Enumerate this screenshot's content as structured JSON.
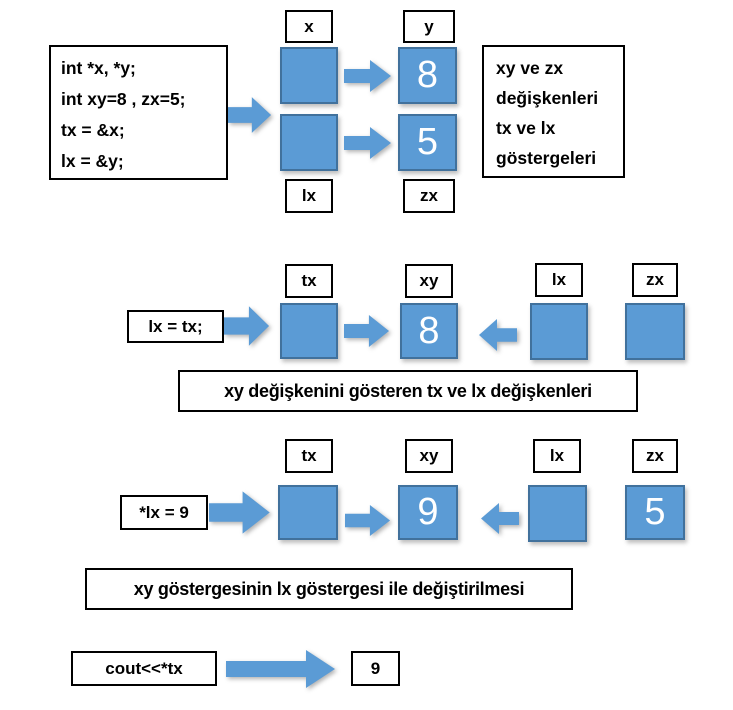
{
  "colors": {
    "square_fill": "#5B9BD5",
    "square_border": "#41719C",
    "arrow_fill": "#5B9BD5",
    "line": "#000000",
    "value_text": "#FFFFFF"
  },
  "section1": {
    "code_lines": [
      "int *x, *y;",
      "int xy=8 , zx=5;",
      "tx = &x;",
      "lx = &y;"
    ],
    "labels": {
      "x": "x",
      "y": "y",
      "lx": "lx",
      "zx": "zx"
    },
    "values": {
      "y": "8",
      "zx": "5"
    },
    "note_lines": [
      "xy ve zx",
      "değişkenleri",
      "tx ve lx",
      "göstergeleri"
    ]
  },
  "section2": {
    "statement": "lx = tx;",
    "labels": {
      "tx": "tx",
      "xy": "xy",
      "lx": "lx",
      "zx": "zx"
    },
    "xy_value": "8",
    "caption": "xy değişkenini gösteren tx ve lx değişkenleri"
  },
  "section3": {
    "statement": "*lx = 9",
    "labels": {
      "tx": "tx",
      "xy": "xy",
      "lx": "lx",
      "zx": "zx"
    },
    "xy_value": "9",
    "zx_value": "5",
    "caption": "xy göstergesinin lx göstergesi ile değiştirilmesi"
  },
  "section4": {
    "statement": "cout<<*tx",
    "result": "9"
  }
}
